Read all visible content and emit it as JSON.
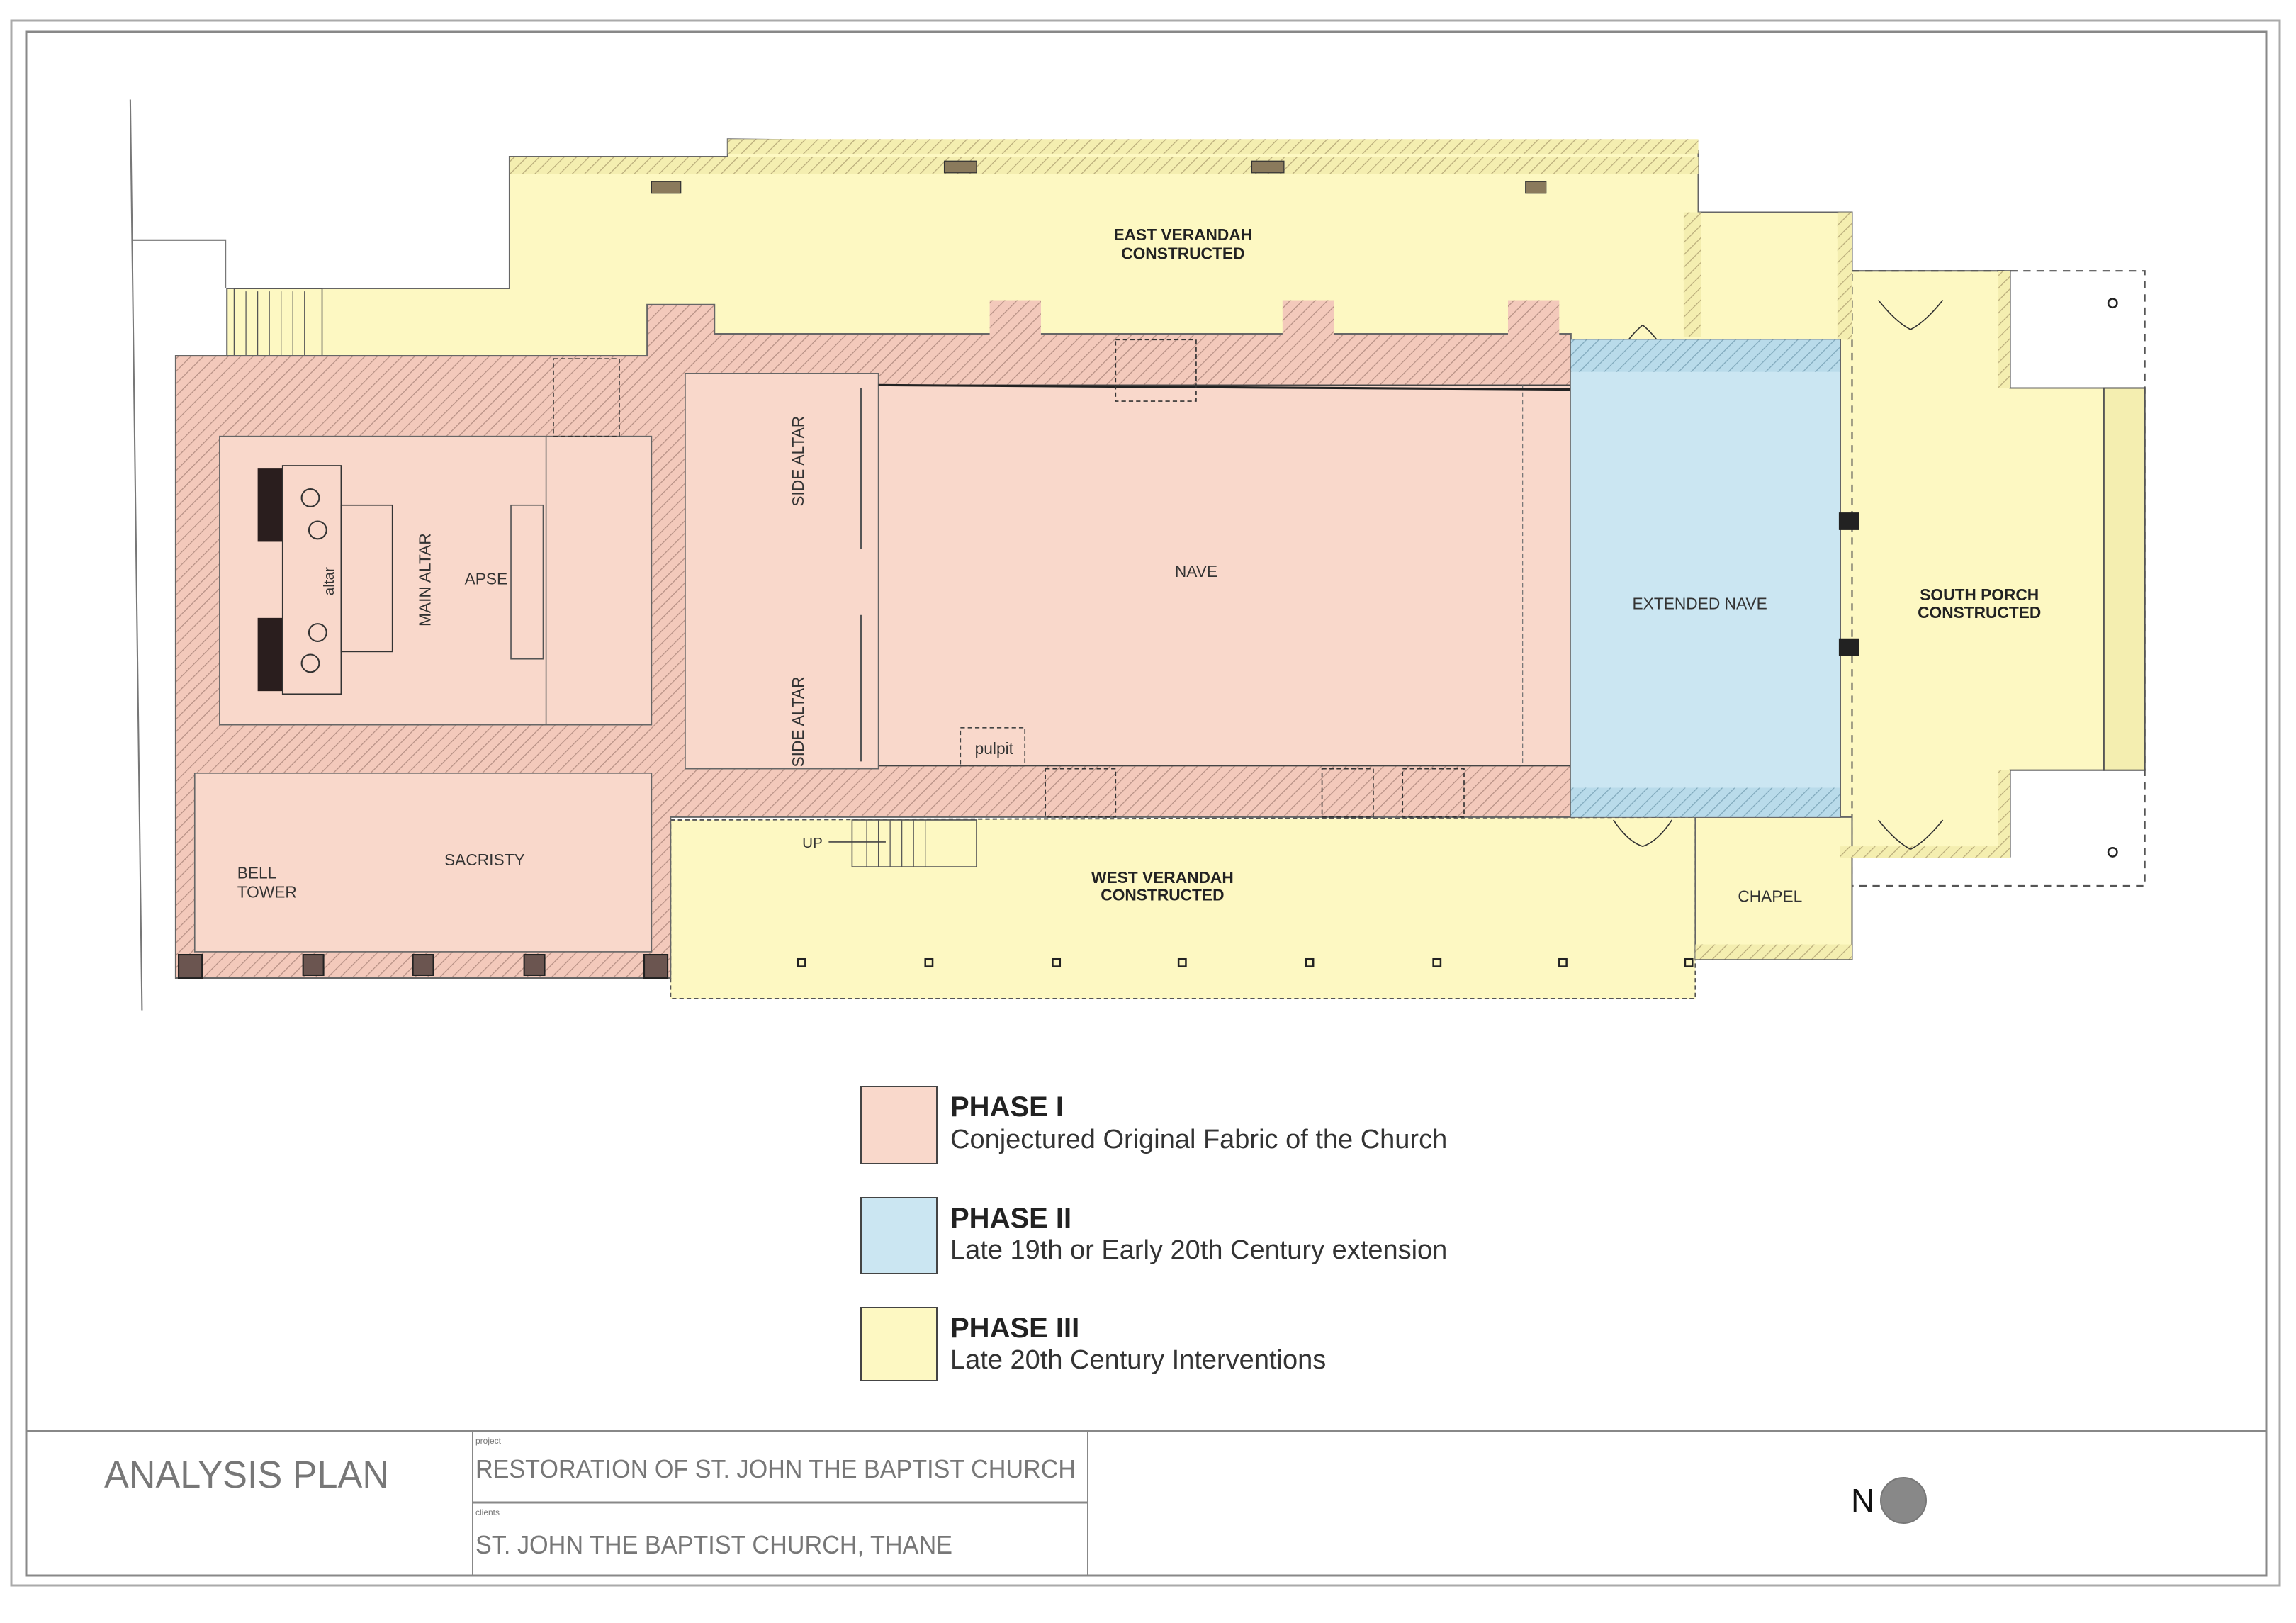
{
  "colors": {
    "phase1": "#f9d8cb",
    "phase2": "#cbe6f2",
    "phase3": "#fdf8c2",
    "wall_hatch": "#c9a79b"
  },
  "plan": {
    "rooms": {
      "east_verandah": [
        "EAST VERANDAH",
        "CONSTRUCTED"
      ],
      "nave": "NAVE",
      "extended_nave": "EXTENDED NAVE",
      "south_porch": [
        "SOUTH PORCH",
        "CONSTRUCTED"
      ],
      "west_verandah": [
        "WEST VERANDAH",
        "CONSTRUCTED"
      ],
      "chapel": "CHAPEL",
      "sacristy": "SACRISTY",
      "bell_tower": [
        "BELL",
        "TOWER"
      ],
      "apse": "APSE",
      "main_altar": "MAIN ALTAR",
      "side_altar_1": "SIDE ALTAR",
      "side_altar_2": "SIDE ALTAR",
      "pulpit": "pulpit",
      "up": "UP",
      "altar": "altar"
    }
  },
  "legend": [
    {
      "title": "PHASE I",
      "description": "Conjectured Original Fabric of the Church"
    },
    {
      "title": "PHASE II",
      "description": "Late 19th or Early 20th Century extension"
    },
    {
      "title": "PHASE III",
      "description": "Late 20th Century Interventions"
    }
  ],
  "title_block": {
    "drawing_title": "ANALYSIS PLAN",
    "project_label": "project",
    "project": "RESTORATION OF ST. JOHN THE BAPTIST CHURCH",
    "clients_label": "clients",
    "clients": "ST. JOHN THE BAPTIST CHURCH, THANE",
    "north": "N"
  }
}
